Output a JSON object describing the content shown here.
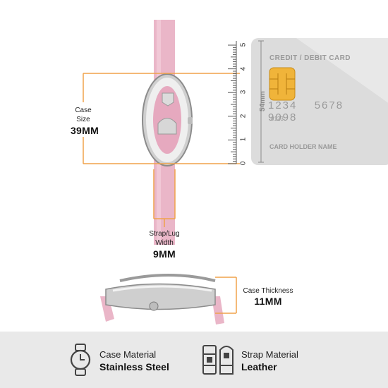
{
  "case_size": {
    "label_line1": "Case",
    "label_line2": "Size",
    "value": "39MM"
  },
  "strap_width": {
    "label_line1": "Strap/Lug",
    "label_line2": "Width",
    "value": "9MM"
  },
  "case_thickness": {
    "label": "Case Thickness",
    "value": "11MM"
  },
  "ruler": {
    "ticks": [
      "0",
      "1",
      "2",
      "3",
      "4",
      "5"
    ],
    "height_label": "54mm"
  },
  "card": {
    "title": "CREDIT / DEBIT CARD",
    "number": [
      "1234",
      "5678",
      "9098"
    ],
    "small_code": "0123",
    "holder": "CARD HOLDER NAME"
  },
  "footer": {
    "case_material": {
      "title": "Case Material",
      "value": "Stainless Steel",
      "icon": "watch-icon"
    },
    "strap_material": {
      "title": "Strap Material",
      "value": "Leather",
      "icon": "strap-icon"
    }
  },
  "colors": {
    "accent_orange": "#f0a24a",
    "strap_pink": "#eab6c8",
    "card_gray": "#d9d9d9",
    "footer_bg": "#e9e9e9"
  }
}
